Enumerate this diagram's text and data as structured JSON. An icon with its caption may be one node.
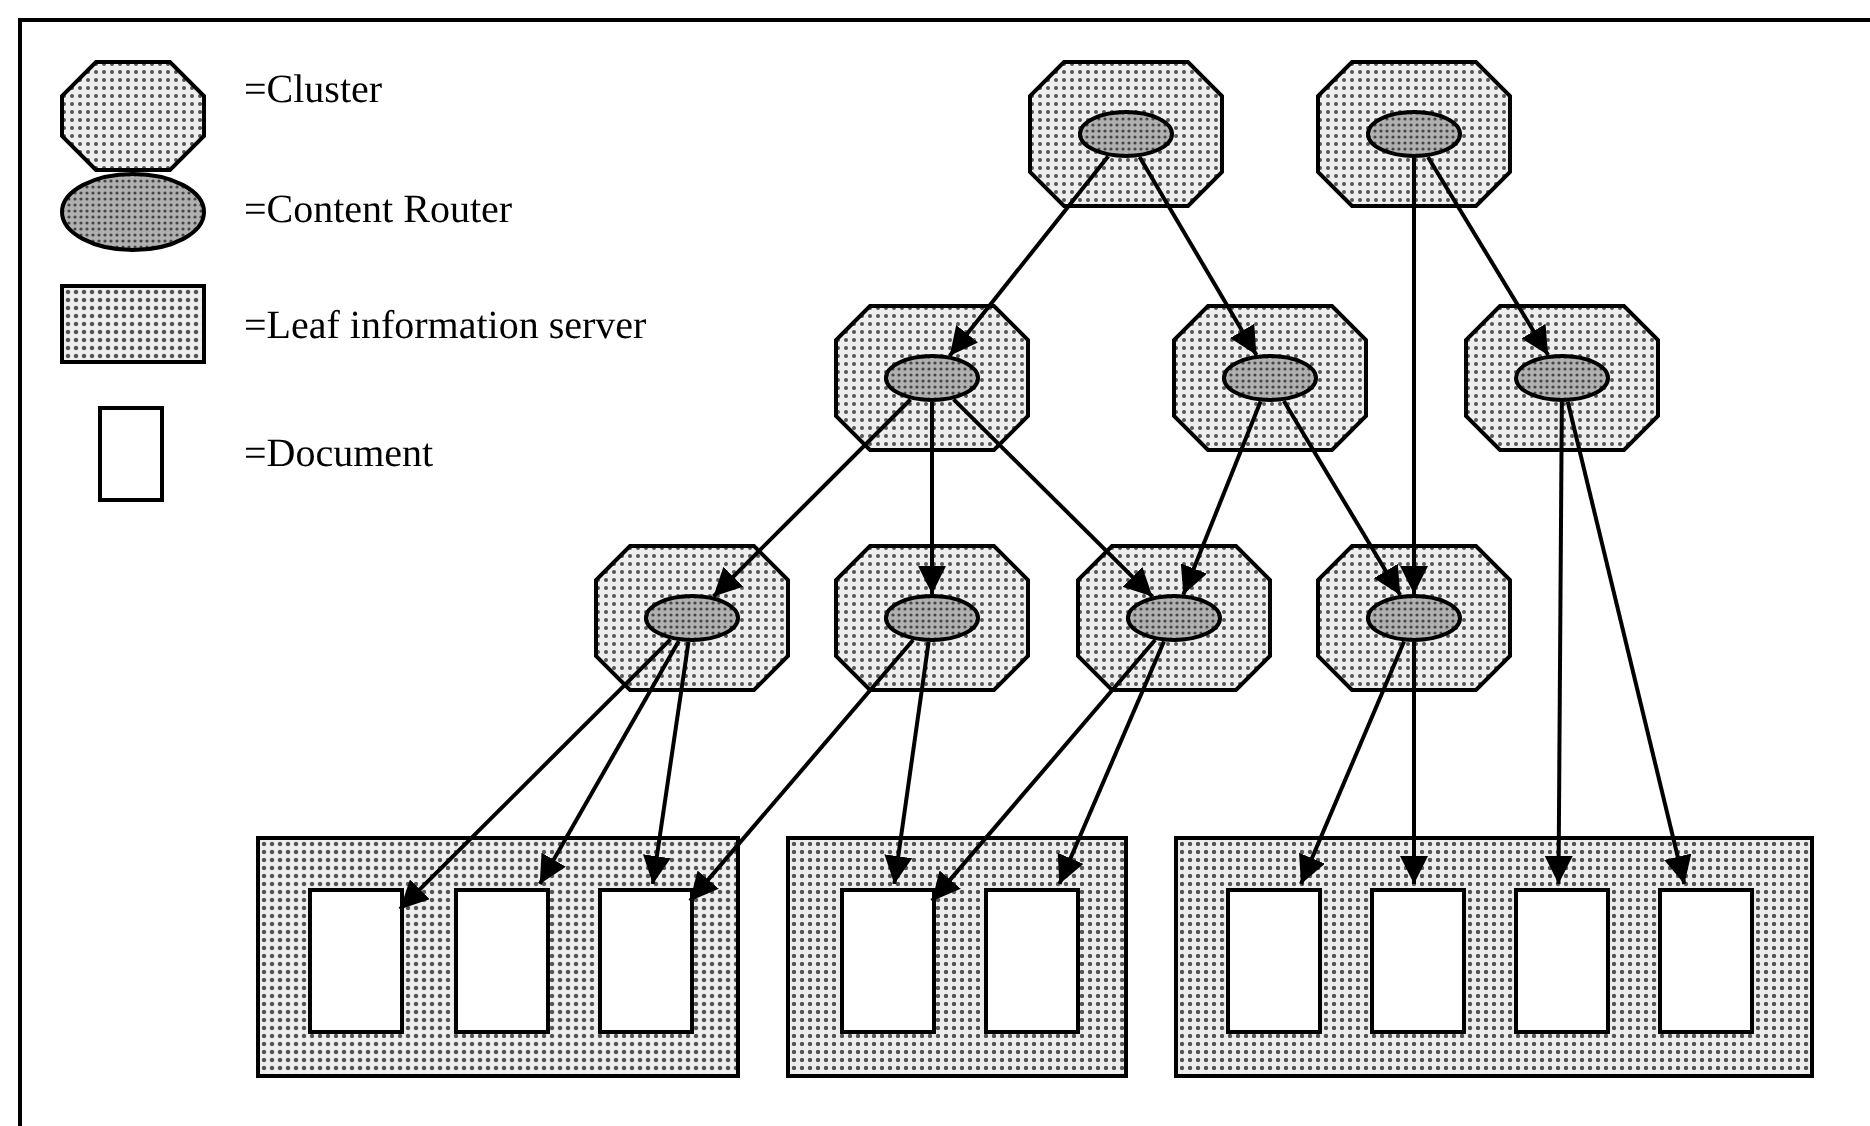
{
  "diagram": {
    "nodes": [
      {
        "text": [],
        "shape": "octagon"
      },
      {
        "text": [],
        "shape": "ellipse",
        "in": 0
      },
      {
        "text": [],
        "shape": "octagon"
      },
      {
        "text": [],
        "shape": "ellipse",
        "in": 2
      },
      {
        "text": [],
        "shape": "octagon"
      },
      {
        "text": [],
        "shape": "ellipse",
        "in": 4
      },
      {
        "text": [],
        "shape": "octagon"
      },
      {
        "text": [],
        "shape": "ellipse",
        "in": 6
      },
      {
        "text": [],
        "shape": "octagon"
      },
      {
        "text": [],
        "shape": "ellipse",
        "in": 8
      },
      {
        "text": [],
        "shape": "octagon"
      },
      {
        "text": [],
        "shape": "ellipse",
        "in": 10
      },
      {
        "text": [],
        "shape": "octagon"
      },
      {
        "text": [],
        "shape": "ellipse",
        "in": 12
      },
      {
        "text": [],
        "shape": "octagon"
      },
      {
        "text": [],
        "shape": "ellipse",
        "in": 14
      },
      {
        "text": [],
        "shape": "octagon"
      },
      {
        "text": [],
        "shape": "ellipse",
        "in": 16
      },
      {
        "text": [],
        "shape": "box"
      },
      {
        "text": [],
        "shape": "box",
        "in": 18
      },
      {
        "text": [],
        "shape": "box",
        "in": 18
      },
      {
        "text": [],
        "shape": "box",
        "in": 18
      },
      {
        "text": [],
        "shape": "box"
      },
      {
        "text": [],
        "shape": "box",
        "in": 22
      },
      {
        "text": [],
        "shape": "box",
        "in": 22
      },
      {
        "text": [],
        "shape": "box"
      },
      {
        "text": [],
        "shape": "box",
        "in": 25
      },
      {
        "text": [],
        "shape": "box",
        "in": 25
      },
      {
        "text": [],
        "shape": "box",
        "in": 25
      },
      {
        "text": [],
        "shape": "box",
        "in": 25
      }
    ],
    "edges": [
      {
        "from": 1,
        "to": 5,
        "arrow": "to"
      },
      {
        "from": 1,
        "to": 7,
        "arrow": "to"
      },
      {
        "from": 3,
        "to": 17,
        "arrow": "to"
      },
      {
        "from": 3,
        "to": 9,
        "arrow": "to"
      },
      {
        "from": 5,
        "to": 11,
        "arrow": "to"
      },
      {
        "from": 5,
        "to": 13,
        "arrow": "to"
      },
      {
        "from": 5,
        "to": 15,
        "arrow": "to"
      },
      {
        "from": 7,
        "to": 15,
        "arrow": "to"
      },
      {
        "from": 7,
        "to": 17,
        "arrow": "to"
      },
      {
        "from": 9,
        "to": 28,
        "arrow": "to"
      },
      {
        "from": 9,
        "to": 29,
        "arrow": "to"
      },
      {
        "from": 11,
        "to": 19,
        "arrow": "to"
      },
      {
        "from": 11,
        "to": 20,
        "arrow": "to"
      },
      {
        "from": 11,
        "to": 21,
        "arrow": "to"
      },
      {
        "from": 13,
        "to": 21,
        "arrow": "to"
      },
      {
        "from": 13,
        "to": 23,
        "arrow": "to"
      },
      {
        "from": 15,
        "to": 23,
        "arrow": "to"
      },
      {
        "from": 15,
        "to": 24,
        "arrow": "to"
      },
      {
        "from": 17,
        "to": 26,
        "arrow": "to"
      },
      {
        "from": 17,
        "to": 27,
        "arrow": "to"
      }
    ],
    "legend": [
      {
        "text": "=Cluster"
      },
      {
        "text": "=Content Router"
      },
      {
        "text": "=Leaf information server"
      },
      {
        "text": "=Document"
      }
    ]
  }
}
